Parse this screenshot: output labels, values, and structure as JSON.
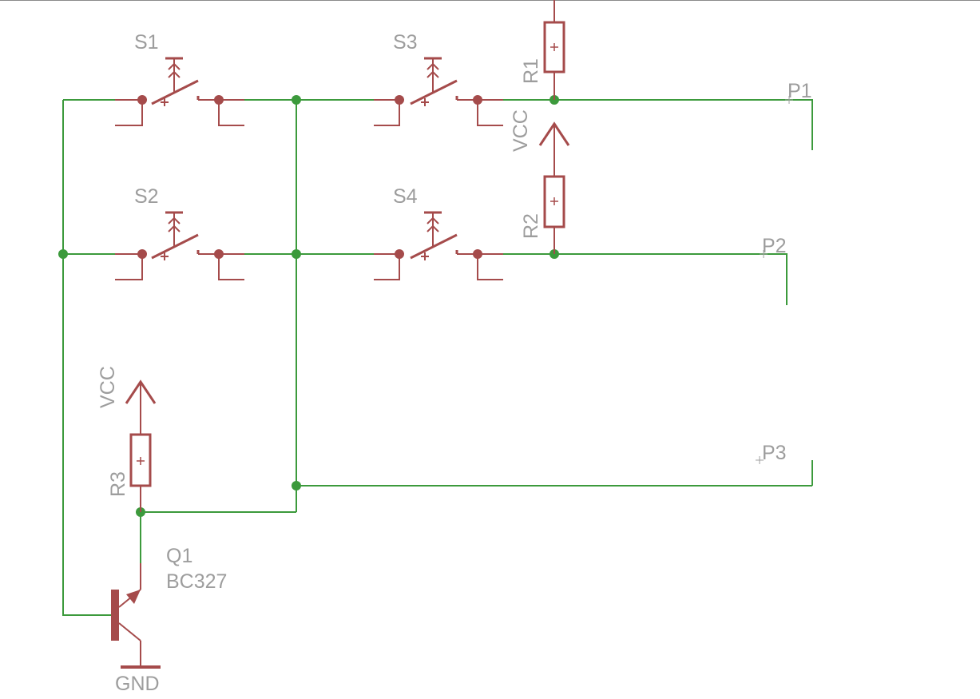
{
  "colors": {
    "wire": "#3c9a3c",
    "part": "#a54b4b",
    "text": "#9d9d9d",
    "background": "#ffffff"
  },
  "labels": {
    "S1": "S1",
    "S2": "S2",
    "S3": "S3",
    "S4": "S4",
    "R1": "R1",
    "R2": "R2",
    "R3": "R3",
    "vcc_top": "VCC",
    "vcc_bottom": "VCC",
    "Q1_name": "Q1",
    "Q1_value": "BC327",
    "gnd": "GND",
    "P1": "P1",
    "P2": "P2",
    "P3": "P3"
  }
}
